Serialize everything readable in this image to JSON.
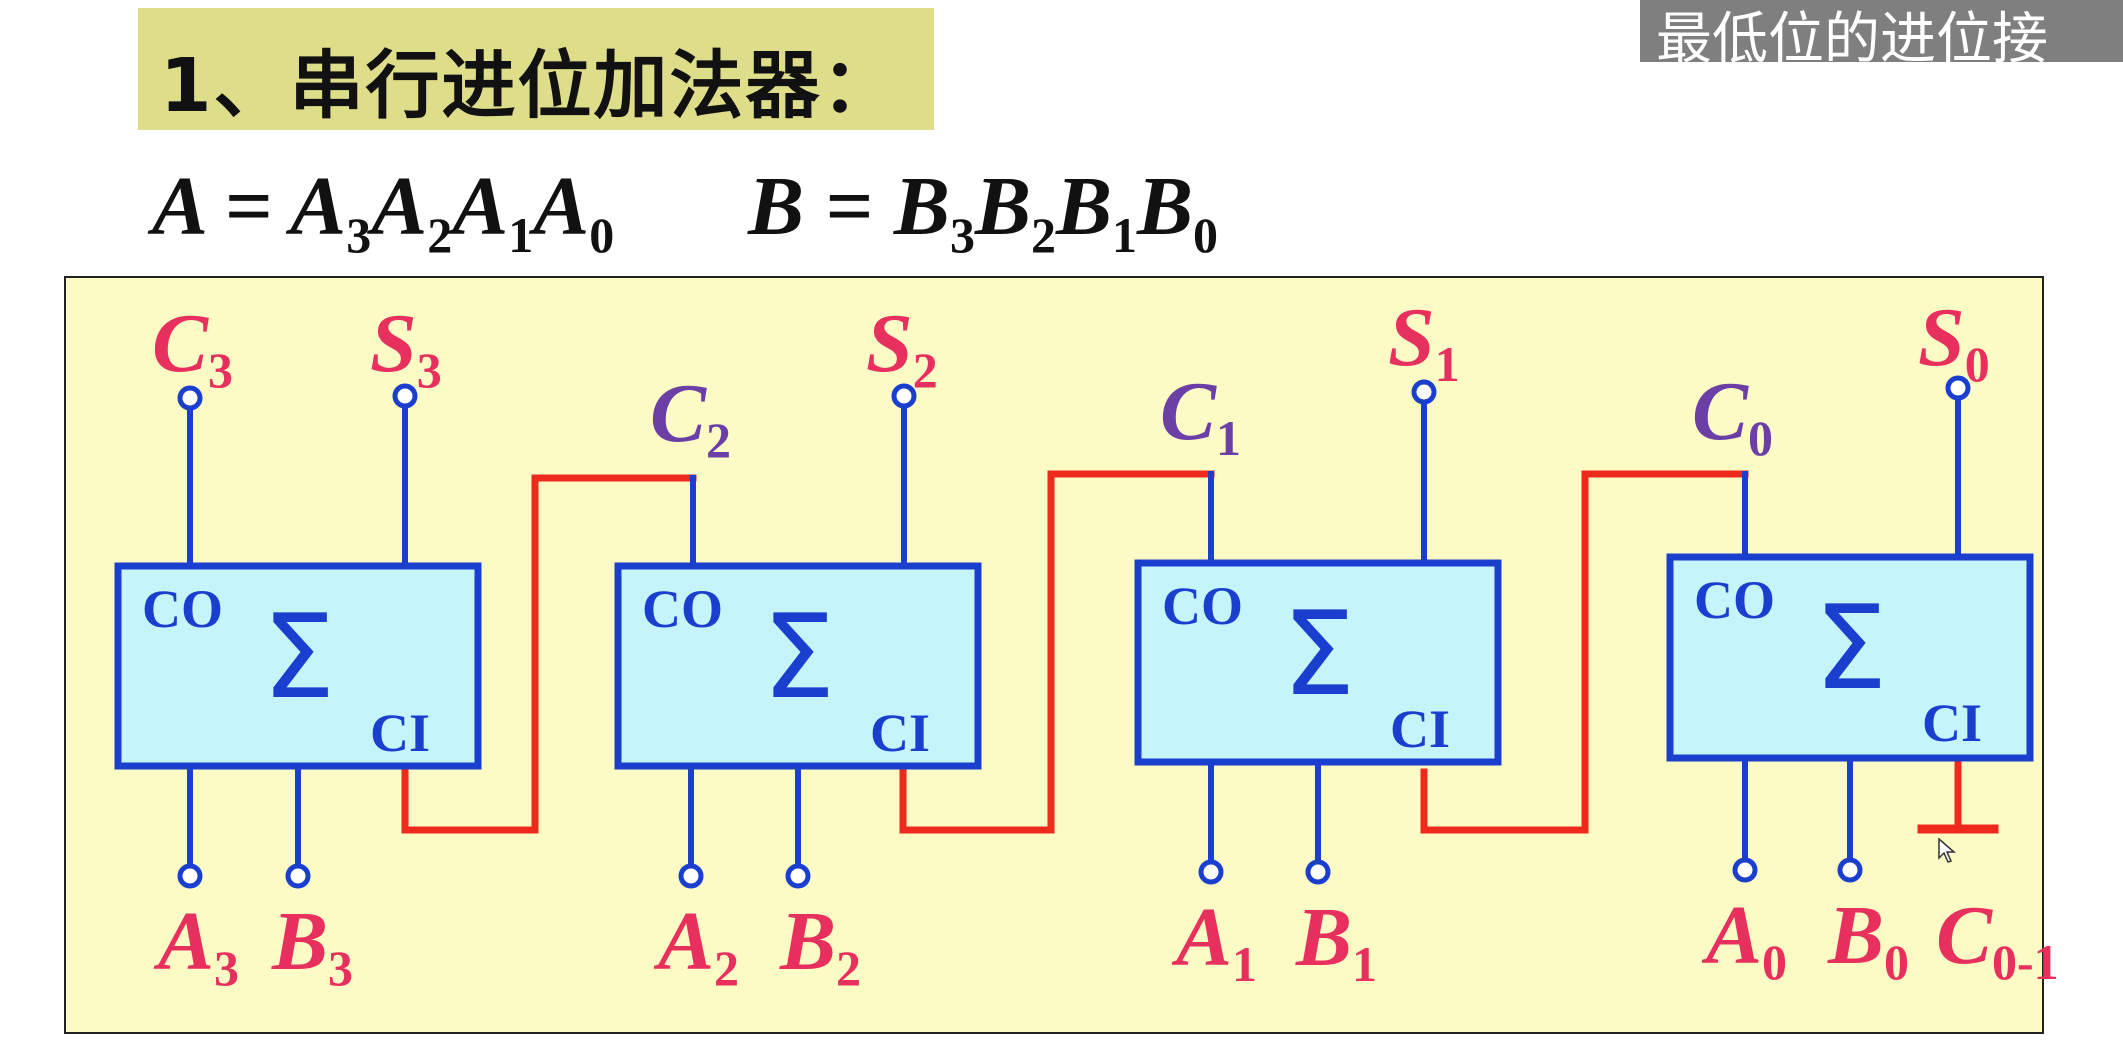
{
  "title": "1、串行进位加法器：",
  "subtitle": "最低位的进位接",
  "formula_a": {
    "name": "A",
    "eq": " = ",
    "bits": [
      "A",
      "3",
      "A",
      "2",
      "A",
      "1",
      "A",
      "0"
    ]
  },
  "formula_b": {
    "name": "B",
    "eq": " = ",
    "bits": [
      "B",
      "3",
      "B",
      "2",
      "B",
      "1",
      "B",
      "0"
    ]
  },
  "adders": [
    {
      "co": "CO",
      "sigma": "Σ",
      "ci": "CI",
      "carry": {
        "main": "C",
        "sub": "3"
      },
      "sum": {
        "main": "S",
        "sub": "3"
      },
      "a": {
        "main": "A",
        "sub": "3"
      },
      "b": {
        "main": "B",
        "sub": "3"
      }
    },
    {
      "co": "CO",
      "sigma": "Σ",
      "ci": "CI",
      "carry": {
        "main": "C",
        "sub": "2"
      },
      "sum": {
        "main": "S",
        "sub": "2"
      },
      "a": {
        "main": "A",
        "sub": "2"
      },
      "b": {
        "main": "B",
        "sub": "2"
      }
    },
    {
      "co": "CO",
      "sigma": "Σ",
      "ci": "CI",
      "carry": {
        "main": "C",
        "sub": "1"
      },
      "sum": {
        "main": "S",
        "sub": "1"
      },
      "a": {
        "main": "A",
        "sub": "1"
      },
      "b": {
        "main": "B",
        "sub": "1"
      }
    },
    {
      "co": "CO",
      "sigma": "Σ",
      "ci": "CI",
      "carry": {
        "main": "C",
        "sub": "0"
      },
      "sum": {
        "main": "S",
        "sub": "0"
      },
      "a": {
        "main": "A",
        "sub": "0"
      },
      "b": {
        "main": "B",
        "sub": "0"
      }
    }
  ],
  "carry_in": {
    "main": "C",
    "sub": "0-1"
  },
  "colors": {
    "wire_blue": "#1a3fcf",
    "wire_red": "#ee2a1d",
    "box_fill": "#c5f4fb",
    "label_pink": "#e8305f",
    "label_purple": "#6b3fa6",
    "panel_bg": "#fdfbc5",
    "title_bg": "#dedd8a"
  }
}
